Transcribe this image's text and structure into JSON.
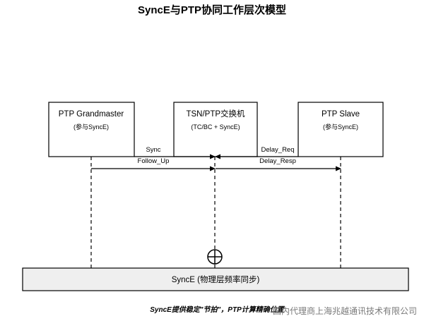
{
  "title": "SyncE与PTP协同工作层次模型",
  "nodes": {
    "grandmaster": {
      "name": "PTP Grandmaster",
      "sub": "(参与SyncE)"
    },
    "switch": {
      "name": "TSN/PTP交换机",
      "sub": "(TC/BC + SyncE)"
    },
    "slave": {
      "name": "PTP Slave",
      "sub": "(参与SyncE)"
    }
  },
  "messages": {
    "sync": "Sync",
    "follow_up": "Follow_Up",
    "delay_req": "Delay_Req",
    "delay_resp": "Delay_Resp"
  },
  "symbol": {
    "name": "circle-plus-icon"
  },
  "synce_bar": {
    "label": "SyncE (物理层频率同步)"
  },
  "caption": "SyncE提供稳定\"节拍\"，PTP计算精确位置",
  "watermark": "国内代理商上海兆越通讯技术有限公司",
  "colors": {
    "line": "#000000",
    "box_fill": "#ffffff",
    "bar_fill": "#efefef",
    "watermark": "#7a7a7a"
  }
}
